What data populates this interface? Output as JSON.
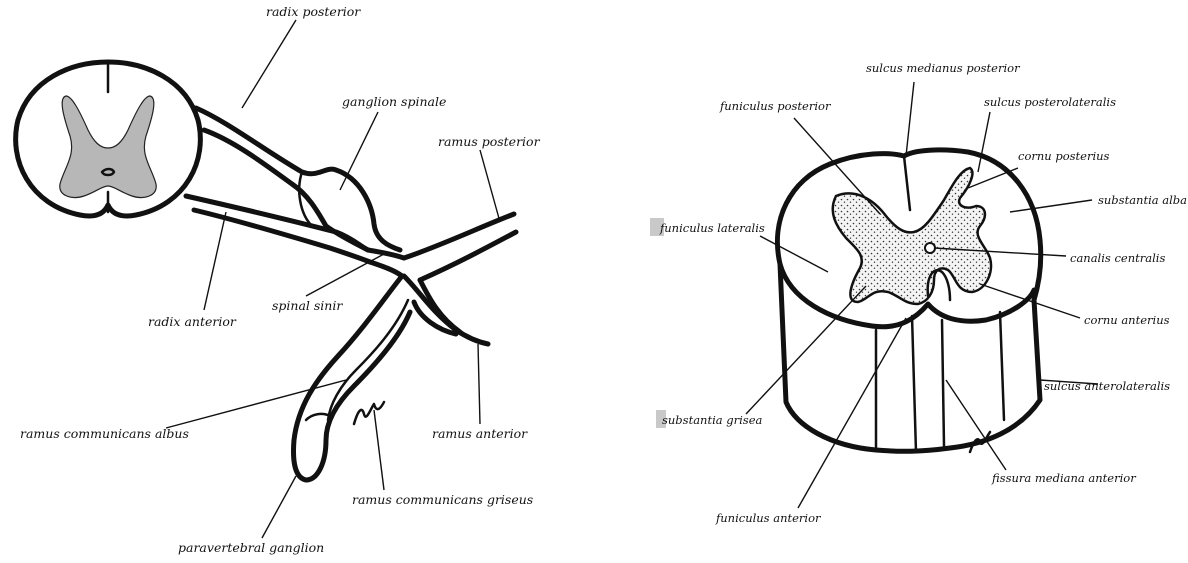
{
  "left_diagram": {
    "labels": {
      "radix_posterior": "radix posterior",
      "ganglion_spinale": "ganglion spinale",
      "ramus_posterior": "ramus posterior",
      "radix_anterior": "radix anterior",
      "spinal_sinir": "spinal sinir",
      "ramus_communicans_albus": "ramus communicans albus",
      "ramus_anterior": "ramus anterior",
      "ramus_communicans_griseus": "ramus communicans griseus",
      "paravertebral_ganglion": "paravertebral ganglion"
    }
  },
  "right_diagram": {
    "labels": {
      "sulcus_medianus_posterior": "sulcus medianus posterior",
      "funiculus_posterior": "funiculus posterior",
      "sulcus_posterolateralis": "sulcus posterolateralis",
      "cornu_posterius": "cornu posterius",
      "substantia_alba": "substantia alba",
      "funiculus_lateralis": "funiculus lateralis",
      "canalis_centralis": "canalis centralis",
      "cornu_anterius": "cornu anterius",
      "sulcus_anterolateralis": "sulcus anterolateralis",
      "substantia_grisea": "substantia grisea",
      "fissura_mediana_anterior": "fissura mediana anterior",
      "funiculus_anterior": "funiculus anterior"
    }
  },
  "colors": {
    "ink": "#111111",
    "grey_matter_fill": "#b7b7b7",
    "label_tag": "#c9c9c9"
  }
}
